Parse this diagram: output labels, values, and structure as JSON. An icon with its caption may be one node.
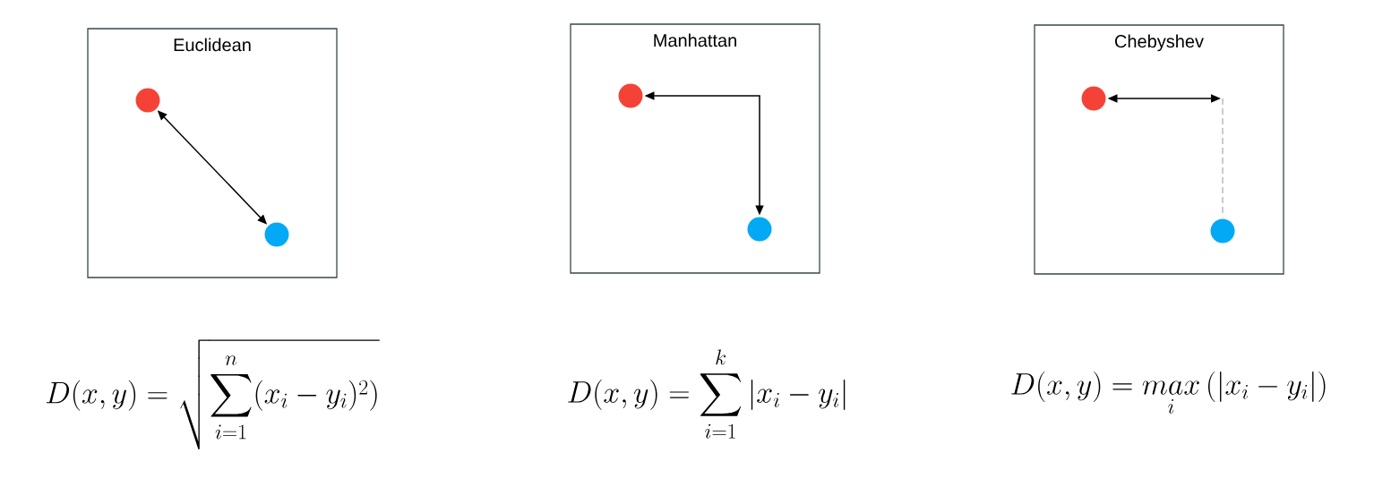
{
  "diagram": {
    "nodes": [
      {
        "text": [
          "Euclidean"
        ]
      },
      {
        "text": [],
        "shape": "circle",
        "in": 0
      },
      {
        "text": [],
        "shape": "circle",
        "in": 0
      },
      {
        "text": [
          "Manhattan"
        ]
      },
      {
        "text": [],
        "shape": "circle",
        "in": 3
      },
      {
        "text": [],
        "shape": "circle",
        "in": 3
      },
      {
        "text": [
          "Chebyshev"
        ]
      },
      {
        "text": [],
        "shape": "circle",
        "in": 6
      },
      {
        "text": [],
        "shape": "circle",
        "in": 6
      }
    ],
    "edges": [
      {
        "from": 1,
        "to": 2,
        "arrow": "both"
      },
      {
        "from": 4,
        "to": 5,
        "arrow": "both"
      },
      {
        "from": 7,
        "to": null,
        "arrow": "both"
      },
      {
        "from": null,
        "to": 8,
        "arrow": "none",
        "style": "dashed",
        "color": "#aaaaaa"
      }
    ],
    "labels": [
      "D(x, y) = \\sqrt{\\sum_{i=1}^{n} (x_i - y_i)^2)}",
      "D(x, y) = \\sum_{i=1}^{k} |x_i - y_i|",
      "D(x, y) = \\mathop{max}\\limits_{i}\\,(|x_i - y_i|)"
    ]
  }
}
